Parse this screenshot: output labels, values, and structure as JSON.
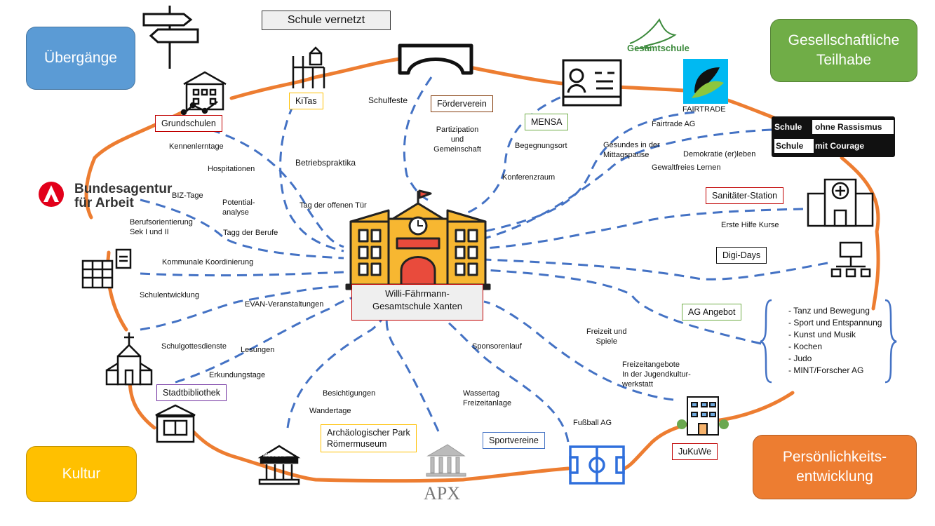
{
  "center": {
    "line1": "Willi-Fährmann-",
    "line2": "Gesamtschule Xanten"
  },
  "corners": {
    "uebergaenge": {
      "label": "Übergänge",
      "color": "#5b9bd5"
    },
    "teilhabe": {
      "label": "Gesellschaftliche\nTeilhabe",
      "color": "#70ad47"
    },
    "kultur": {
      "label": "Kultur",
      "color": "#ffc000"
    },
    "persoenlichkeit": {
      "label": "Persönlichkeits-\nentwicklung",
      "color": "#ed7d31"
    }
  },
  "boxes": {
    "schule_vernetzt": "Schule vernetzt",
    "kitas": "KiTas",
    "grundschulen": "Grundschulen",
    "foerderverein": "Förderverein",
    "mensa": "MENSA",
    "sanitaeter": "Sanitäter-Station",
    "digi_days": "Digi-Days",
    "ag_angebot": "AG Angebot",
    "jukuwe": "JuKuWe",
    "sportvereine": "Sportvereine",
    "archaeologischer_park": "Archäologischer Park\nRömermuseum",
    "stadtbibliothek": "Stadtbibliothek"
  },
  "ag_list": [
    "- Tanz und Bewegung",
    "- Sport und Entspannung",
    "- Kunst und Musik",
    "- Kochen",
    "- Judo",
    "- MINT/Forscher AG"
  ],
  "labels": {
    "kennenlerntage": "Kennenlerntage",
    "hospitationen": "Hospitationen",
    "biz_tage": "BIZ-Tage",
    "potentialanalyse": "Potential-\nanalyse",
    "berufsorientierung": "Berufsorientierung\nSek I und II",
    "tagg_der_berufe": "Tagg der Berufe",
    "kommunale_koordinierung": "Kommunale Koordinierung",
    "schulentwicklung": "Schulentwicklung",
    "evan": "EVAN-Veranstaltungen",
    "schulgottesdienste": "Schulgottesdienste",
    "lesungen": "Lesungen",
    "erkundungstage": "Erkundungstage",
    "besichtigungen": "Besichtigungen",
    "wandertage": "Wandertage",
    "betriebspraktika": "Betriebspraktika",
    "tag_der_offenen_tuer": "Tag der offenen Tür",
    "schulfeste": "Schulfeste",
    "partizipation": "Partizipation\nund\nGemeinschaft",
    "begegnungsort": "Begegnungsort",
    "konferenzraum": "Konferenzraum",
    "gesundes": "Gesundes in der\nMittagspause",
    "fairtrade_ag": "Fairtrade AG",
    "demokratie": "Demokratie (er)leben",
    "gewaltfreies": "Gewaltfreies Lernen",
    "erste_hilfe": "Erste Hilfe Kurse",
    "freizeit_spiele": "Freizeit und\nSpiele",
    "freizeitangebote": "Freizeitangebote\nIn der Jugendkultur-\nwerkstatt",
    "sponsorenlauf": "Sponsorenlauf",
    "wassertag": "Wassertag\nFreizeitanlage",
    "fussball_ag": "Fußball AG"
  },
  "logos": {
    "bundesagentur": "Bundesagentur\nfür Arbeit",
    "gesamtschule": "Gesamtschule",
    "fairtrade": "FAIRTRADE",
    "rassismus_1a": "Schule",
    "rassismus_1b": "ohne Rassismus",
    "rassismus_2a": "Schule",
    "rassismus_2b": "mit Courage",
    "apx": "APX",
    "museum": "MUSEUM"
  },
  "colors": {
    "orange_line": "#ed7d31",
    "blue_dash": "#4472c4",
    "red_border": "#c00000",
    "green_border": "#70ad47",
    "yellow_border": "#ffc000",
    "purple_border": "#7030a0"
  }
}
